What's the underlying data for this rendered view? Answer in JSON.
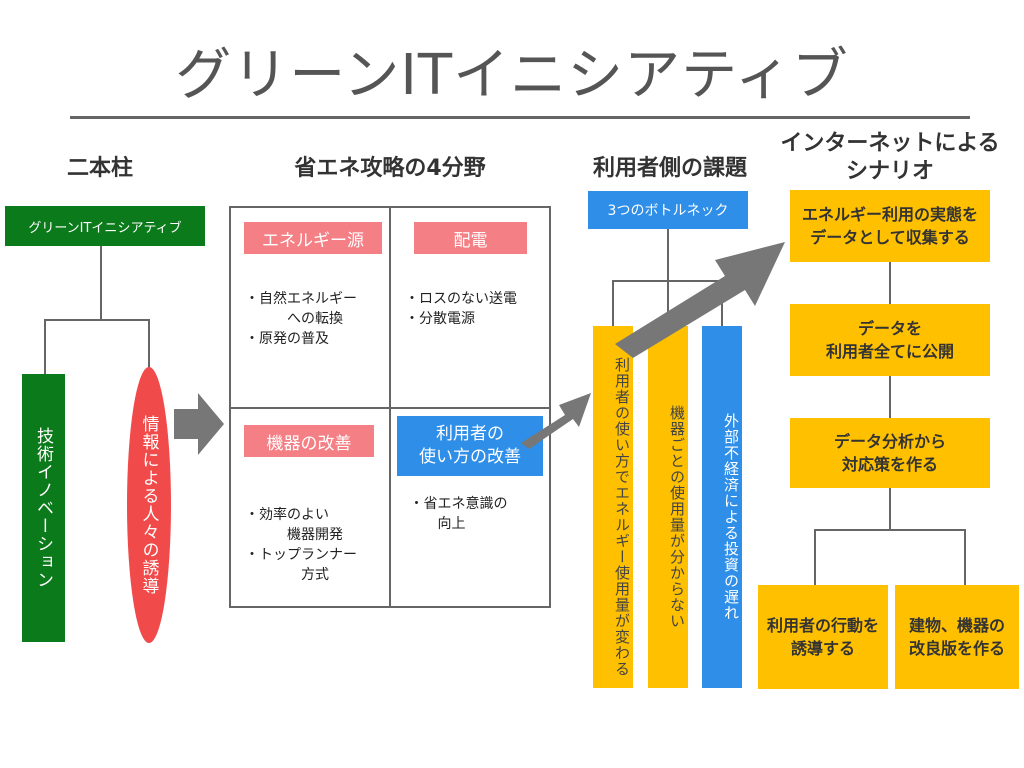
{
  "title": "グリーンITイニシアティブ",
  "headers": {
    "pillars": "二本柱",
    "four_fields": "省エネ攻略の4分野",
    "user_issues": "利用者側の課題",
    "internet_scenario_line1": "インターネットによる",
    "internet_scenario_line2": "シナリオ"
  },
  "pillars": {
    "root": "グリーンITイニシアティブ",
    "tech": "技術イノベーション",
    "info": "情報による人々の誘導"
  },
  "fields": {
    "energy_source": {
      "label": "エネルギー源",
      "bullets": "・自然エネルギー\n　　　への転換\n・原発の普及"
    },
    "distribution": {
      "label": "配電",
      "bullets": "・ロスのない送電\n・分散電源"
    },
    "device": {
      "label": "機器の改善",
      "bullets": "・効率のよい\n　　　機器開発\n・トップランナー\n　　　　方式"
    },
    "usage": {
      "label_line1": "利用者の",
      "label_line2": "使い方の改善",
      "bullets": " ・省エネ意識の\n 　　向上"
    }
  },
  "bottleneck": {
    "label": "3つのボトルネック",
    "items": [
      "利用者の使い方でエネルギー使用量が変わる",
      "機器ごとの使用量が分からない",
      "外部不経済による投資の遅れ"
    ]
  },
  "scenario": {
    "step1_line1": "エネルギー利用の実態を",
    "step1_line2": "データとして収集する",
    "step2_line1": "データを",
    "step2_line2": "利用者全てに公開",
    "step3_line1": "データ分析から",
    "step3_line2": "対応策を作る",
    "leaf1_line1": "利用者の行動を",
    "leaf1_line2": "誘導する",
    "leaf2_line1": "建物、機器の",
    "leaf2_line2": "改良版を作る"
  },
  "colors": {
    "green": "#0a7a1a",
    "red": "#f04a4a",
    "pink": "#f47f84",
    "blue": "#2f8ee8",
    "yellow": "#ffc000",
    "arrow_gray": "#777777"
  }
}
